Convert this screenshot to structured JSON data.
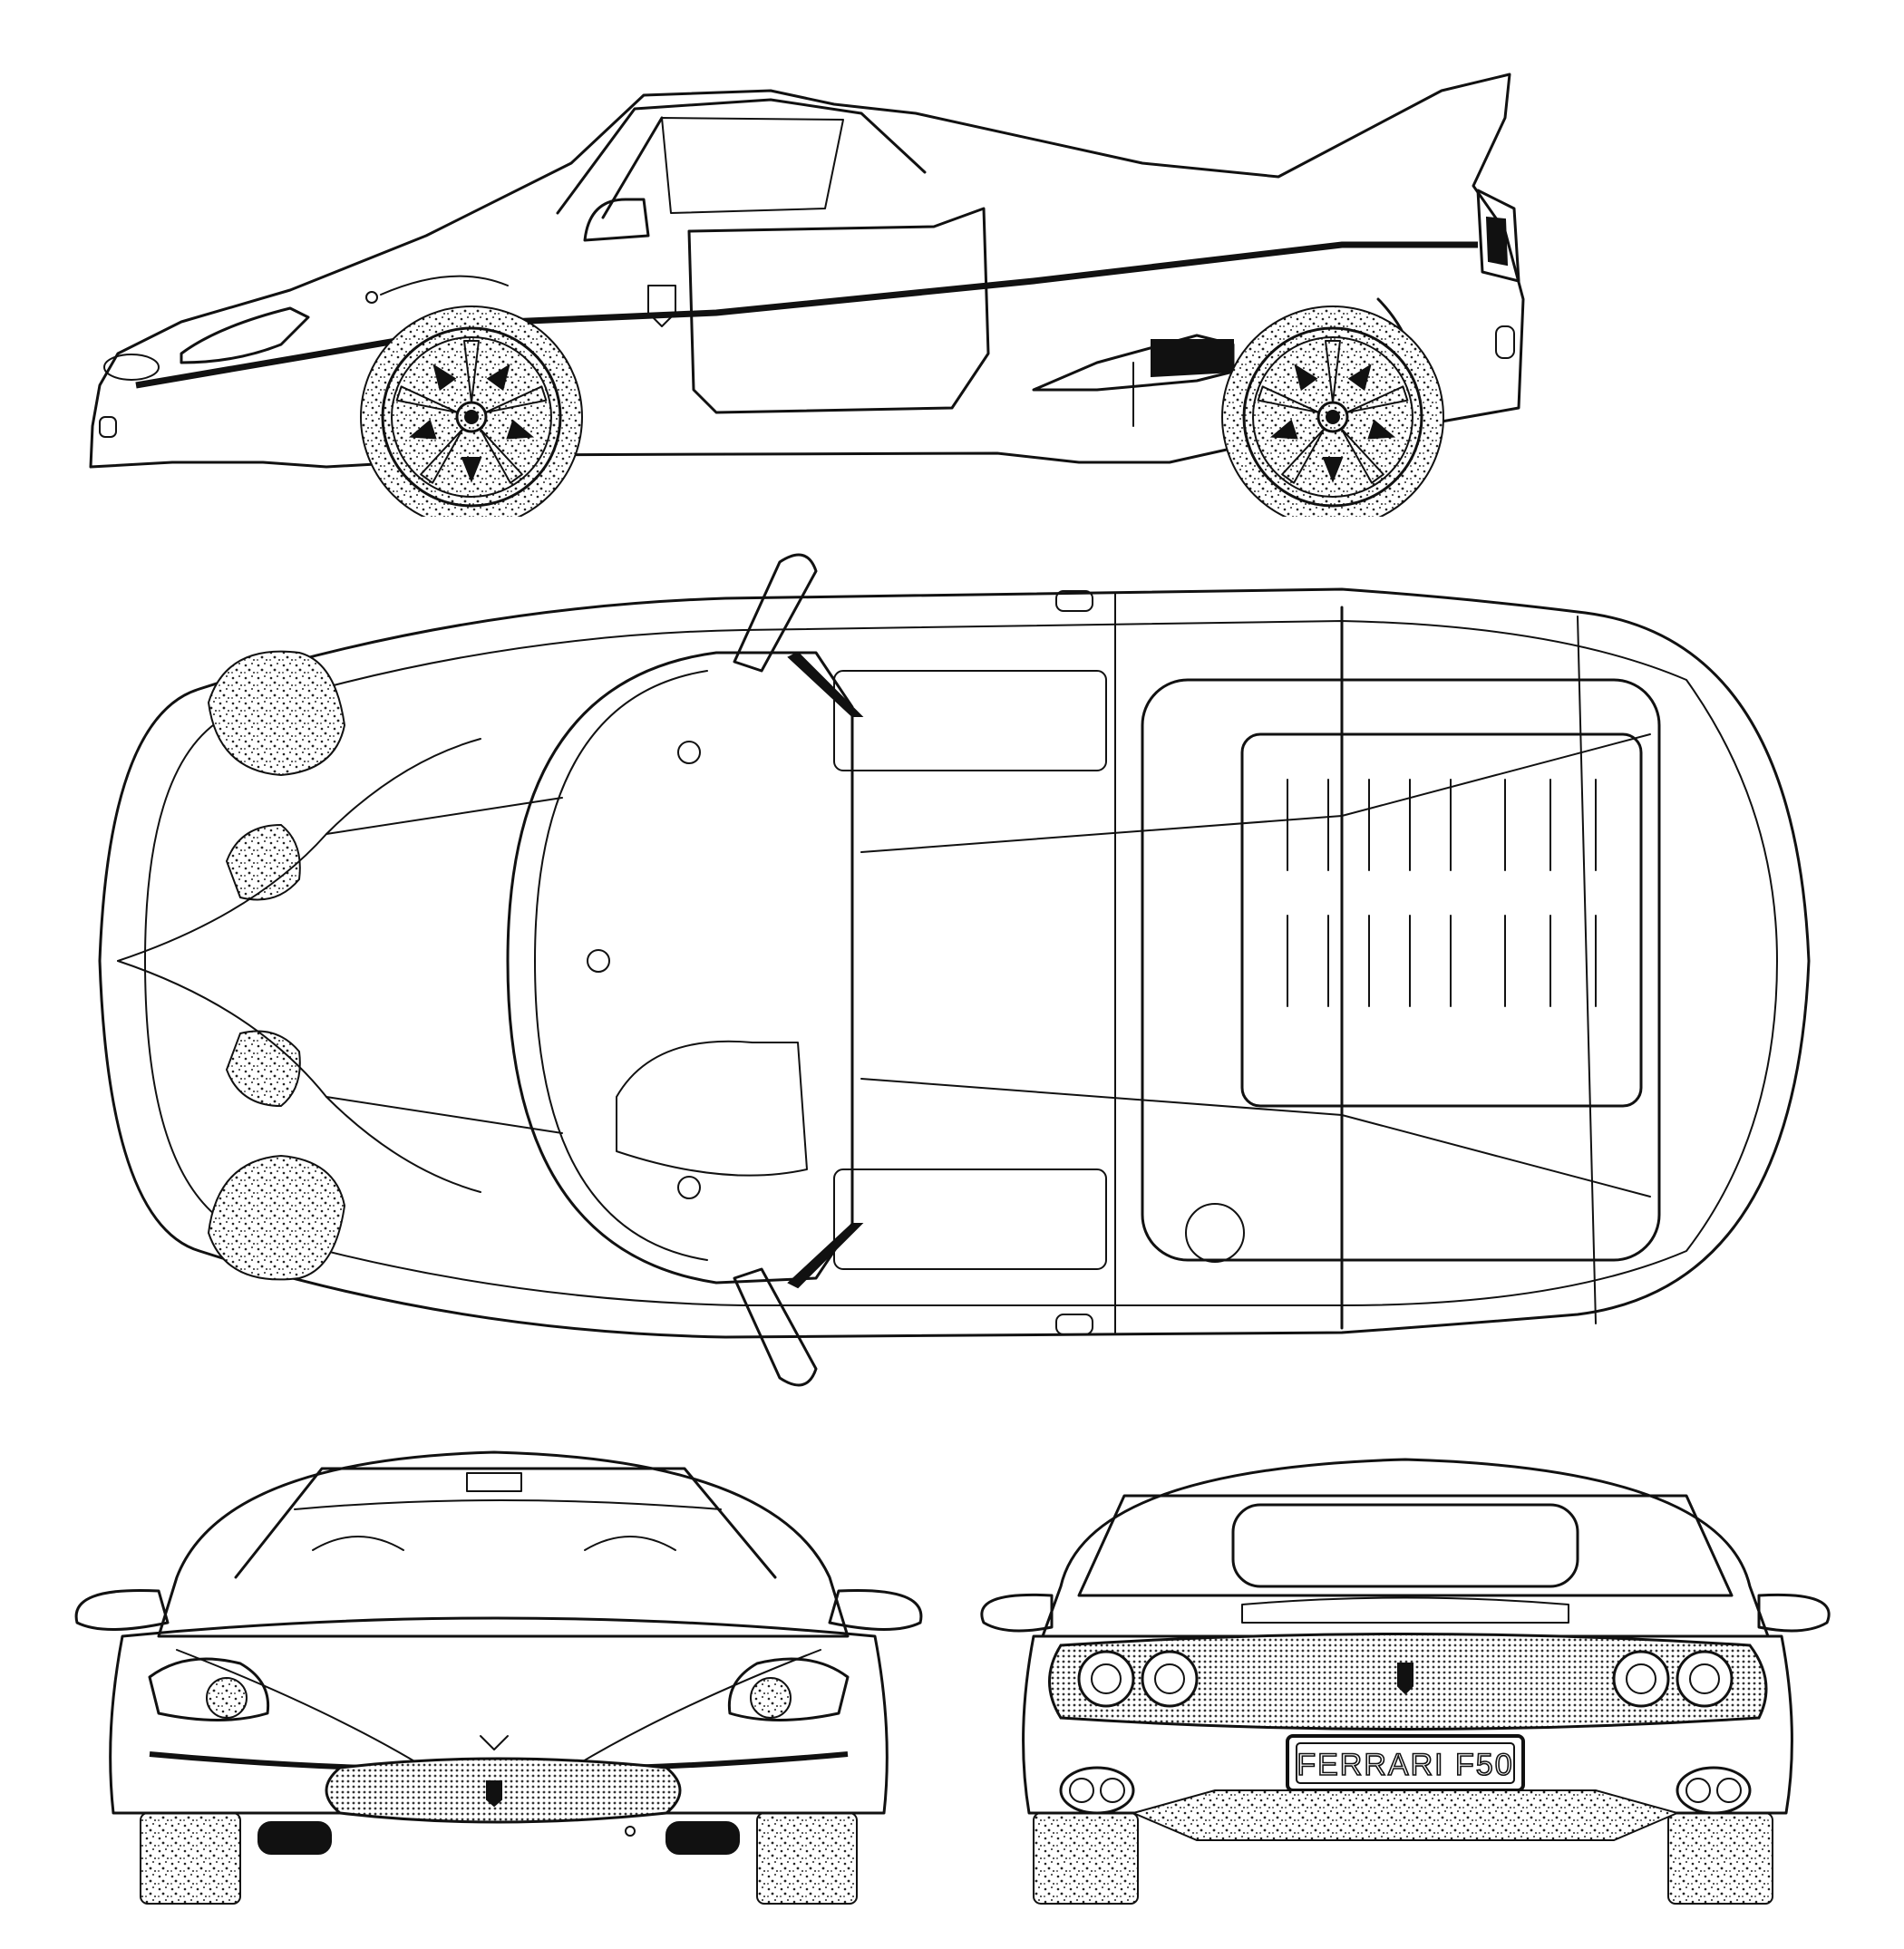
{
  "views": [
    {
      "id": "side",
      "label": "side-view"
    },
    {
      "id": "top",
      "label": "top-view"
    },
    {
      "id": "front",
      "label": "front-view"
    },
    {
      "id": "rear",
      "label": "rear-view"
    }
  ],
  "rear_view": {
    "license_plate": "FERRARI F50"
  },
  "colors": {
    "line": "#111111",
    "background": "#ffffff"
  }
}
